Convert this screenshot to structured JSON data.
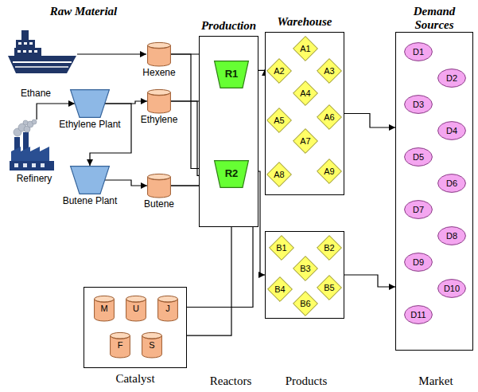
{
  "diagram": {
    "nodes": [
      {
        "text": [
          "Hexene"
        ]
      },
      {
        "text": [
          "Ethylene Plant"
        ]
      },
      {
        "text": [
          "Ethylene"
        ]
      },
      {
        "text": [
          "Refinery"
        ]
      },
      {
        "text": [
          "Butene Plant"
        ]
      },
      {
        "text": [
          "Butene"
        ]
      },
      {
        "text": [
          "Catalyst"
        ]
      },
      {
        "text": [
          "M"
        ],
        "in": 6
      },
      {
        "text": [
          "U"
        ],
        "in": 6
      },
      {
        "text": [
          "J"
        ],
        "in": 6
      },
      {
        "text": [
          "F"
        ],
        "in": 6
      },
      {
        "text": [
          "S"
        ],
        "in": 6
      },
      {
        "text": [
          "Production"
        ]
      },
      {
        "text": [
          "R1"
        ],
        "in": 12
      },
      {
        "text": [
          "R2"
        ],
        "in": 12
      },
      {
        "text": [
          "Warehouse"
        ]
      },
      {
        "text": [
          "A1"
        ],
        "in": 15
      },
      {
        "text": [
          "A2"
        ],
        "in": 15
      },
      {
        "text": [
          "A3"
        ],
        "in": 15
      },
      {
        "text": [
          "A4"
        ],
        "in": 15
      },
      {
        "text": [
          "A5"
        ],
        "in": 15
      },
      {
        "text": [
          "A6"
        ],
        "in": 15
      },
      {
        "text": [
          "A7"
        ],
        "in": 15
      },
      {
        "text": [
          "A8"
        ],
        "in": 15
      },
      {
        "text": [
          "A9"
        ],
        "in": 15
      },
      {},
      {
        "text": [
          "B1"
        ],
        "in": 25
      },
      {
        "text": [
          "B2"
        ],
        "in": 25
      },
      {
        "text": [
          "B3"
        ],
        "in": 25
      },
      {
        "text": [
          "B4"
        ],
        "in": 25
      },
      {
        "text": [
          "B5"
        ],
        "in": 25
      },
      {
        "text": [
          "B6"
        ],
        "in": 25
      },
      {
        "text": [
          "Demand Sources"
        ]
      },
      {
        "text": [
          "D1"
        ],
        "in": 32
      },
      {
        "text": [
          "D2"
        ],
        "in": 32
      },
      {
        "text": [
          "D3"
        ],
        "in": 32
      },
      {
        "text": [
          "D4"
        ],
        "in": 32
      },
      {
        "text": [
          "D5"
        ],
        "in": 32
      },
      {
        "text": [
          "D6"
        ],
        "in": 32
      },
      {
        "text": [
          "D7"
        ],
        "in": 32
      },
      {
        "text": [
          "D8"
        ],
        "in": 32
      },
      {
        "text": [
          "D9"
        ],
        "in": 32
      },
      {
        "text": [
          "D10"
        ],
        "in": 32
      },
      {
        "text": [
          "D11"
        ],
        "in": 32
      }
    ],
    "edges": [
      {
        "from": 3,
        "to": 1,
        "arrow": "to"
      },
      {
        "from": 1,
        "to": 2,
        "arrow": "to"
      },
      {
        "from": 1,
        "to": 4,
        "arrow": "to"
      },
      {
        "from": 4,
        "to": 5,
        "arrow": "to"
      },
      {
        "from": 0,
        "to": 13,
        "arrow": "to"
      },
      {
        "from": 0,
        "to": 14,
        "arrow": "to"
      },
      {
        "from": 2,
        "to": 13,
        "arrow": "to"
      },
      {
        "from": 2,
        "to": 14,
        "arrow": "to"
      },
      {
        "from": 5,
        "to": 13,
        "arrow": "to"
      },
      {
        "from": 5,
        "to": 14,
        "arrow": "to"
      },
      {
        "from": 6,
        "to": 13,
        "arrow": "to"
      },
      {
        "from": 6,
        "to": 14,
        "arrow": "to"
      },
      {
        "from": 13,
        "to": 15,
        "arrow": "to"
      },
      {
        "from": 14,
        "to": 25,
        "arrow": "to"
      },
      {
        "from": 15,
        "to": 32,
        "arrow": "to"
      },
      {
        "from": 25,
        "to": 32,
        "arrow": "to"
      }
    ],
    "labels": [
      "Raw Material",
      "Ethane",
      "Reactors",
      "Products",
      "Market"
    ]
  }
}
